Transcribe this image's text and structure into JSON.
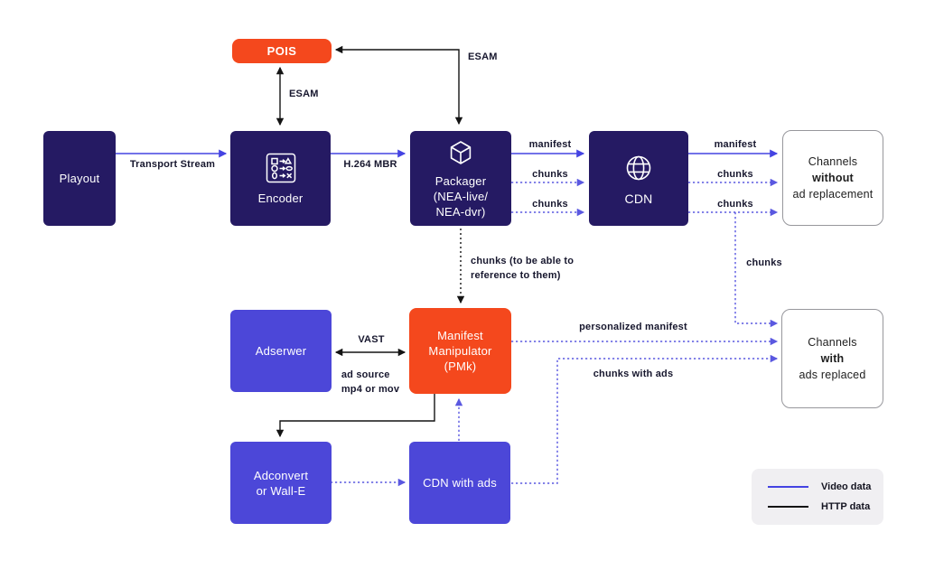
{
  "diagram": {
    "nodes": {
      "playout": {
        "label": "Playout"
      },
      "pois": {
        "label": "POIS"
      },
      "encoder": {
        "label": "Encoder"
      },
      "packager": {
        "lines": [
          "Packager",
          "(NEA-live/",
          "NEA-dvr)"
        ]
      },
      "cdn": {
        "label": "CDN"
      },
      "channels_without": {
        "lines": [
          "Channels",
          "without",
          "ad replacement"
        ]
      },
      "adserwer": {
        "label": "Adserwer"
      },
      "manifest_manipulator": {
        "lines": [
          "Manifest",
          "Manipulator",
          "(PMk)"
        ]
      },
      "channels_with": {
        "lines": [
          "Channels",
          "with",
          "ads replaced"
        ]
      },
      "adconvert": {
        "lines": [
          "Adconvert",
          "or Wall-E"
        ]
      },
      "cdn_with_ads": {
        "label": "CDN with ads"
      }
    },
    "edge_labels": {
      "transport_stream": "Transport Stream",
      "h264_mbr": "H.264 MBR",
      "esam_encoder": "ESAM",
      "esam_packager": "ESAM",
      "manifest_packager_cdn": "manifest",
      "chunks_packager_cdn_1": "chunks",
      "chunks_packager_cdn_2": "chunks",
      "manifest_cdn_channels": "manifest",
      "chunks_cdn_channels_1": "chunks",
      "chunks_cdn_channels_2": "chunks",
      "chunks_drop": "chunks",
      "chunks_reference_1": "chunks (to be able to",
      "chunks_reference_2": "reference to them)",
      "vast": "VAST",
      "ad_source_1": "ad source",
      "ad_source_2": "mp4 or mov",
      "personalized_manifest": "personalized manifest",
      "chunks_with_ads": "chunks with ads"
    },
    "legend": {
      "video": "Video data",
      "http": "HTTP data"
    },
    "colors": {
      "navy_box": "#251A63",
      "blue_box": "#4C47D8",
      "orange_box": "#F4481D",
      "video_line": "#4443E2",
      "video_line_dotted": "#6F6EE6",
      "http_line": "#141414",
      "legend_bg": "#F0EFF2"
    }
  }
}
